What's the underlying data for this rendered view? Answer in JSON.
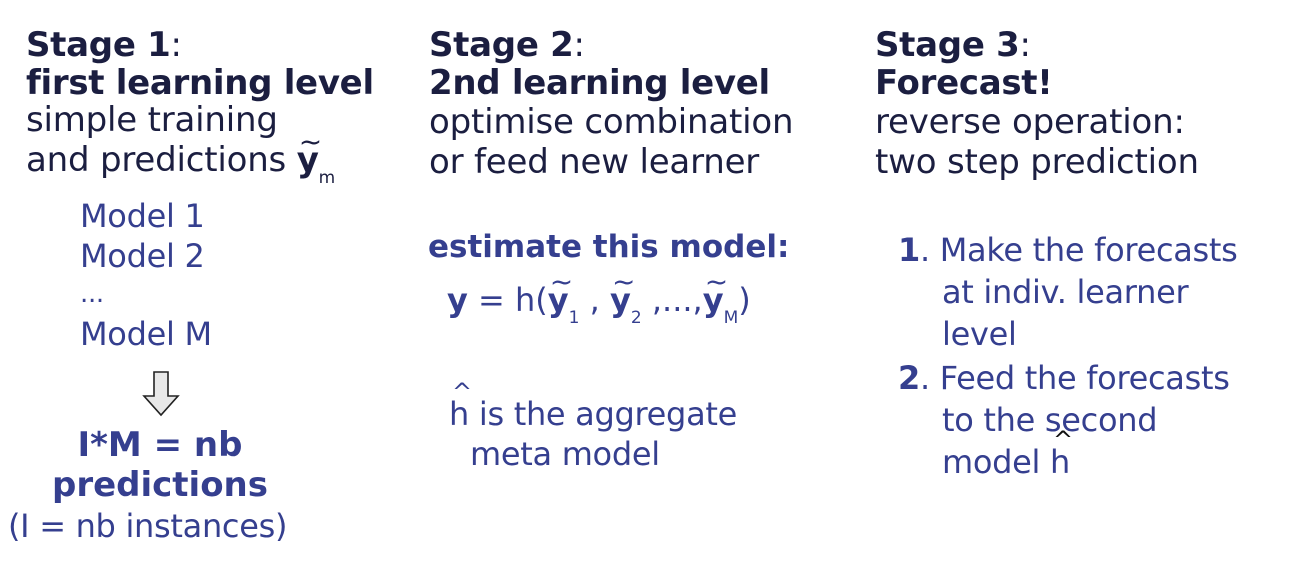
{
  "colors": {
    "heading": "#1b1e40",
    "accent": "#353f8f",
    "arrow_fill": "#e8e8e8",
    "arrow_stroke": "#222222"
  },
  "stage1": {
    "title": "Stage 1",
    "colon": ":",
    "subtitle": "first learning level",
    "desc_lines": [
      "simple training",
      "and predictions"
    ],
    "symbol": "y",
    "symbol_sub": "m",
    "models": [
      "Model 1",
      "Model 2",
      "...",
      "Model M"
    ],
    "arrow_icon": "down-arrow-icon",
    "result_lines": [
      "I*M = nb",
      "predictions"
    ],
    "note": "(I = nb instances)"
  },
  "stage2": {
    "title": "Stage 2",
    "colon": ":",
    "subtitle": "2nd learning level",
    "desc_lines": [
      "optimise combination",
      "or feed new learner"
    ],
    "estimate_label": "estimate this model:",
    "formula": {
      "lhs": "y",
      "eq": " = h(",
      "terms": [
        {
          "sym": "y",
          "sub": "1"
        },
        {
          "sym": "y",
          "sub": "2"
        },
        {
          "sym": "y",
          "sub": "M"
        }
      ],
      "sep1": " , ",
      "sep2": " ,...,",
      "close": ")"
    },
    "note_line1_symbol": "h",
    "note_line1": " is the aggregate",
    "note_line2": "meta model"
  },
  "stage3": {
    "title": "Stage 3",
    "colon": ":",
    "subtitle": "Forecast!",
    "desc_lines": [
      "reverse operation:",
      "two step prediction"
    ],
    "steps": [
      {
        "num": "1",
        "lines": [
          ". Make the forecasts",
          "at indiv. learner",
          "level"
        ]
      },
      {
        "num": "2",
        "lines": [
          ". Feed the forecasts",
          "to the second",
          "model "
        ]
      }
    ],
    "final_symbol": "h"
  }
}
